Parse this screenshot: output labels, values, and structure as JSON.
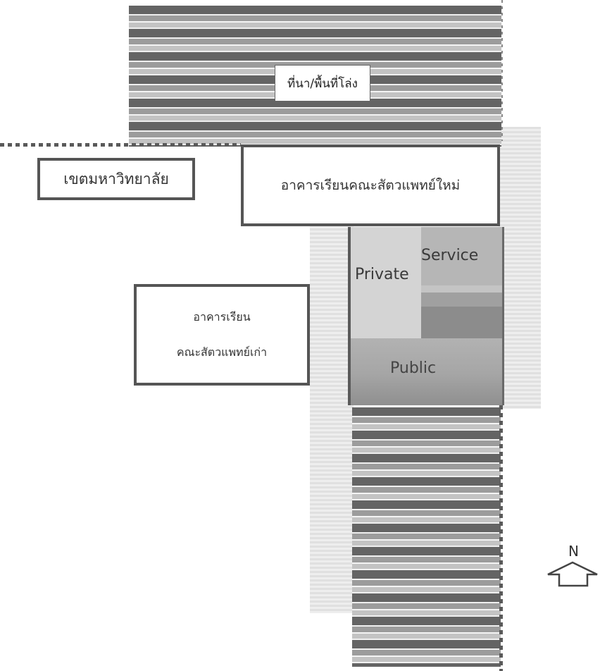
{
  "field_top": {
    "label": "ที่นา/พื้นที่โล่ง"
  },
  "university_zone": {
    "label": "เขตมหาวิทยาลัย"
  },
  "new_building": {
    "label": "อาคารเรียนคณะสัตวแพทย์ใหม่"
  },
  "zones": {
    "service": "Service",
    "private": "Private",
    "public": "Public"
  },
  "old_building": {
    "line1": "อาคารเรียน",
    "line2": "คณะสัตวแพทย์เก่า"
  },
  "north": {
    "label": "N"
  }
}
